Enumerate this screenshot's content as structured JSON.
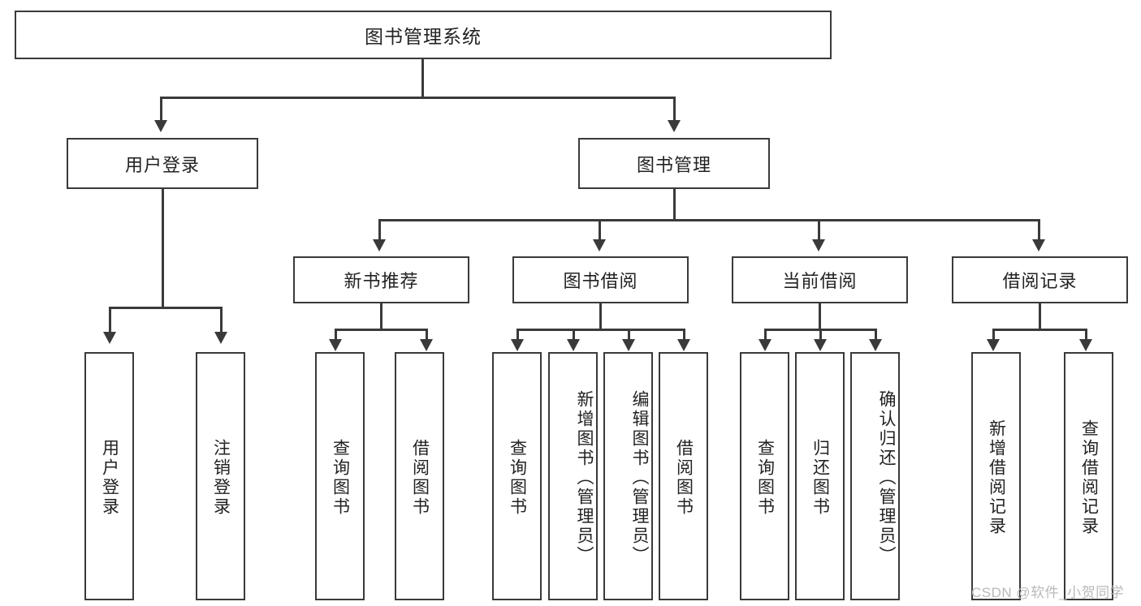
{
  "diagram": {
    "type": "tree",
    "title": "图书管理系统",
    "root": {
      "label": "图书管理系统"
    },
    "level2": [
      {
        "label": "用户登录"
      },
      {
        "label": "图书管理"
      }
    ],
    "level3": [
      {
        "label": "新书推荐"
      },
      {
        "label": "图书借阅"
      },
      {
        "label": "当前借阅"
      },
      {
        "label": "借阅记录"
      }
    ],
    "leaves": {
      "user_login": [
        {
          "label": "用户登录"
        },
        {
          "label": "注销登录"
        }
      ],
      "new_book_recommend": [
        {
          "label": "查询图书"
        },
        {
          "label": "借阅图书"
        }
      ],
      "book_borrow": [
        {
          "label": "查询图书"
        },
        {
          "label": "新增图书（管理员）"
        },
        {
          "label": "编辑图书（管理员）"
        },
        {
          "label": "借阅图书"
        }
      ],
      "current_borrow": [
        {
          "label": "查询图书"
        },
        {
          "label": "归还图书"
        },
        {
          "label": "确认归还（管理员）"
        }
      ],
      "borrow_record": [
        {
          "label": "新增借阅记录"
        },
        {
          "label": "查询借阅记录"
        }
      ]
    }
  },
  "watermark": {
    "text": "CSDN @软件_小贺同学"
  },
  "colors": {
    "stroke": "#3a3a3a",
    "background": "#ffffff",
    "watermark": "#b9b9b9"
  }
}
